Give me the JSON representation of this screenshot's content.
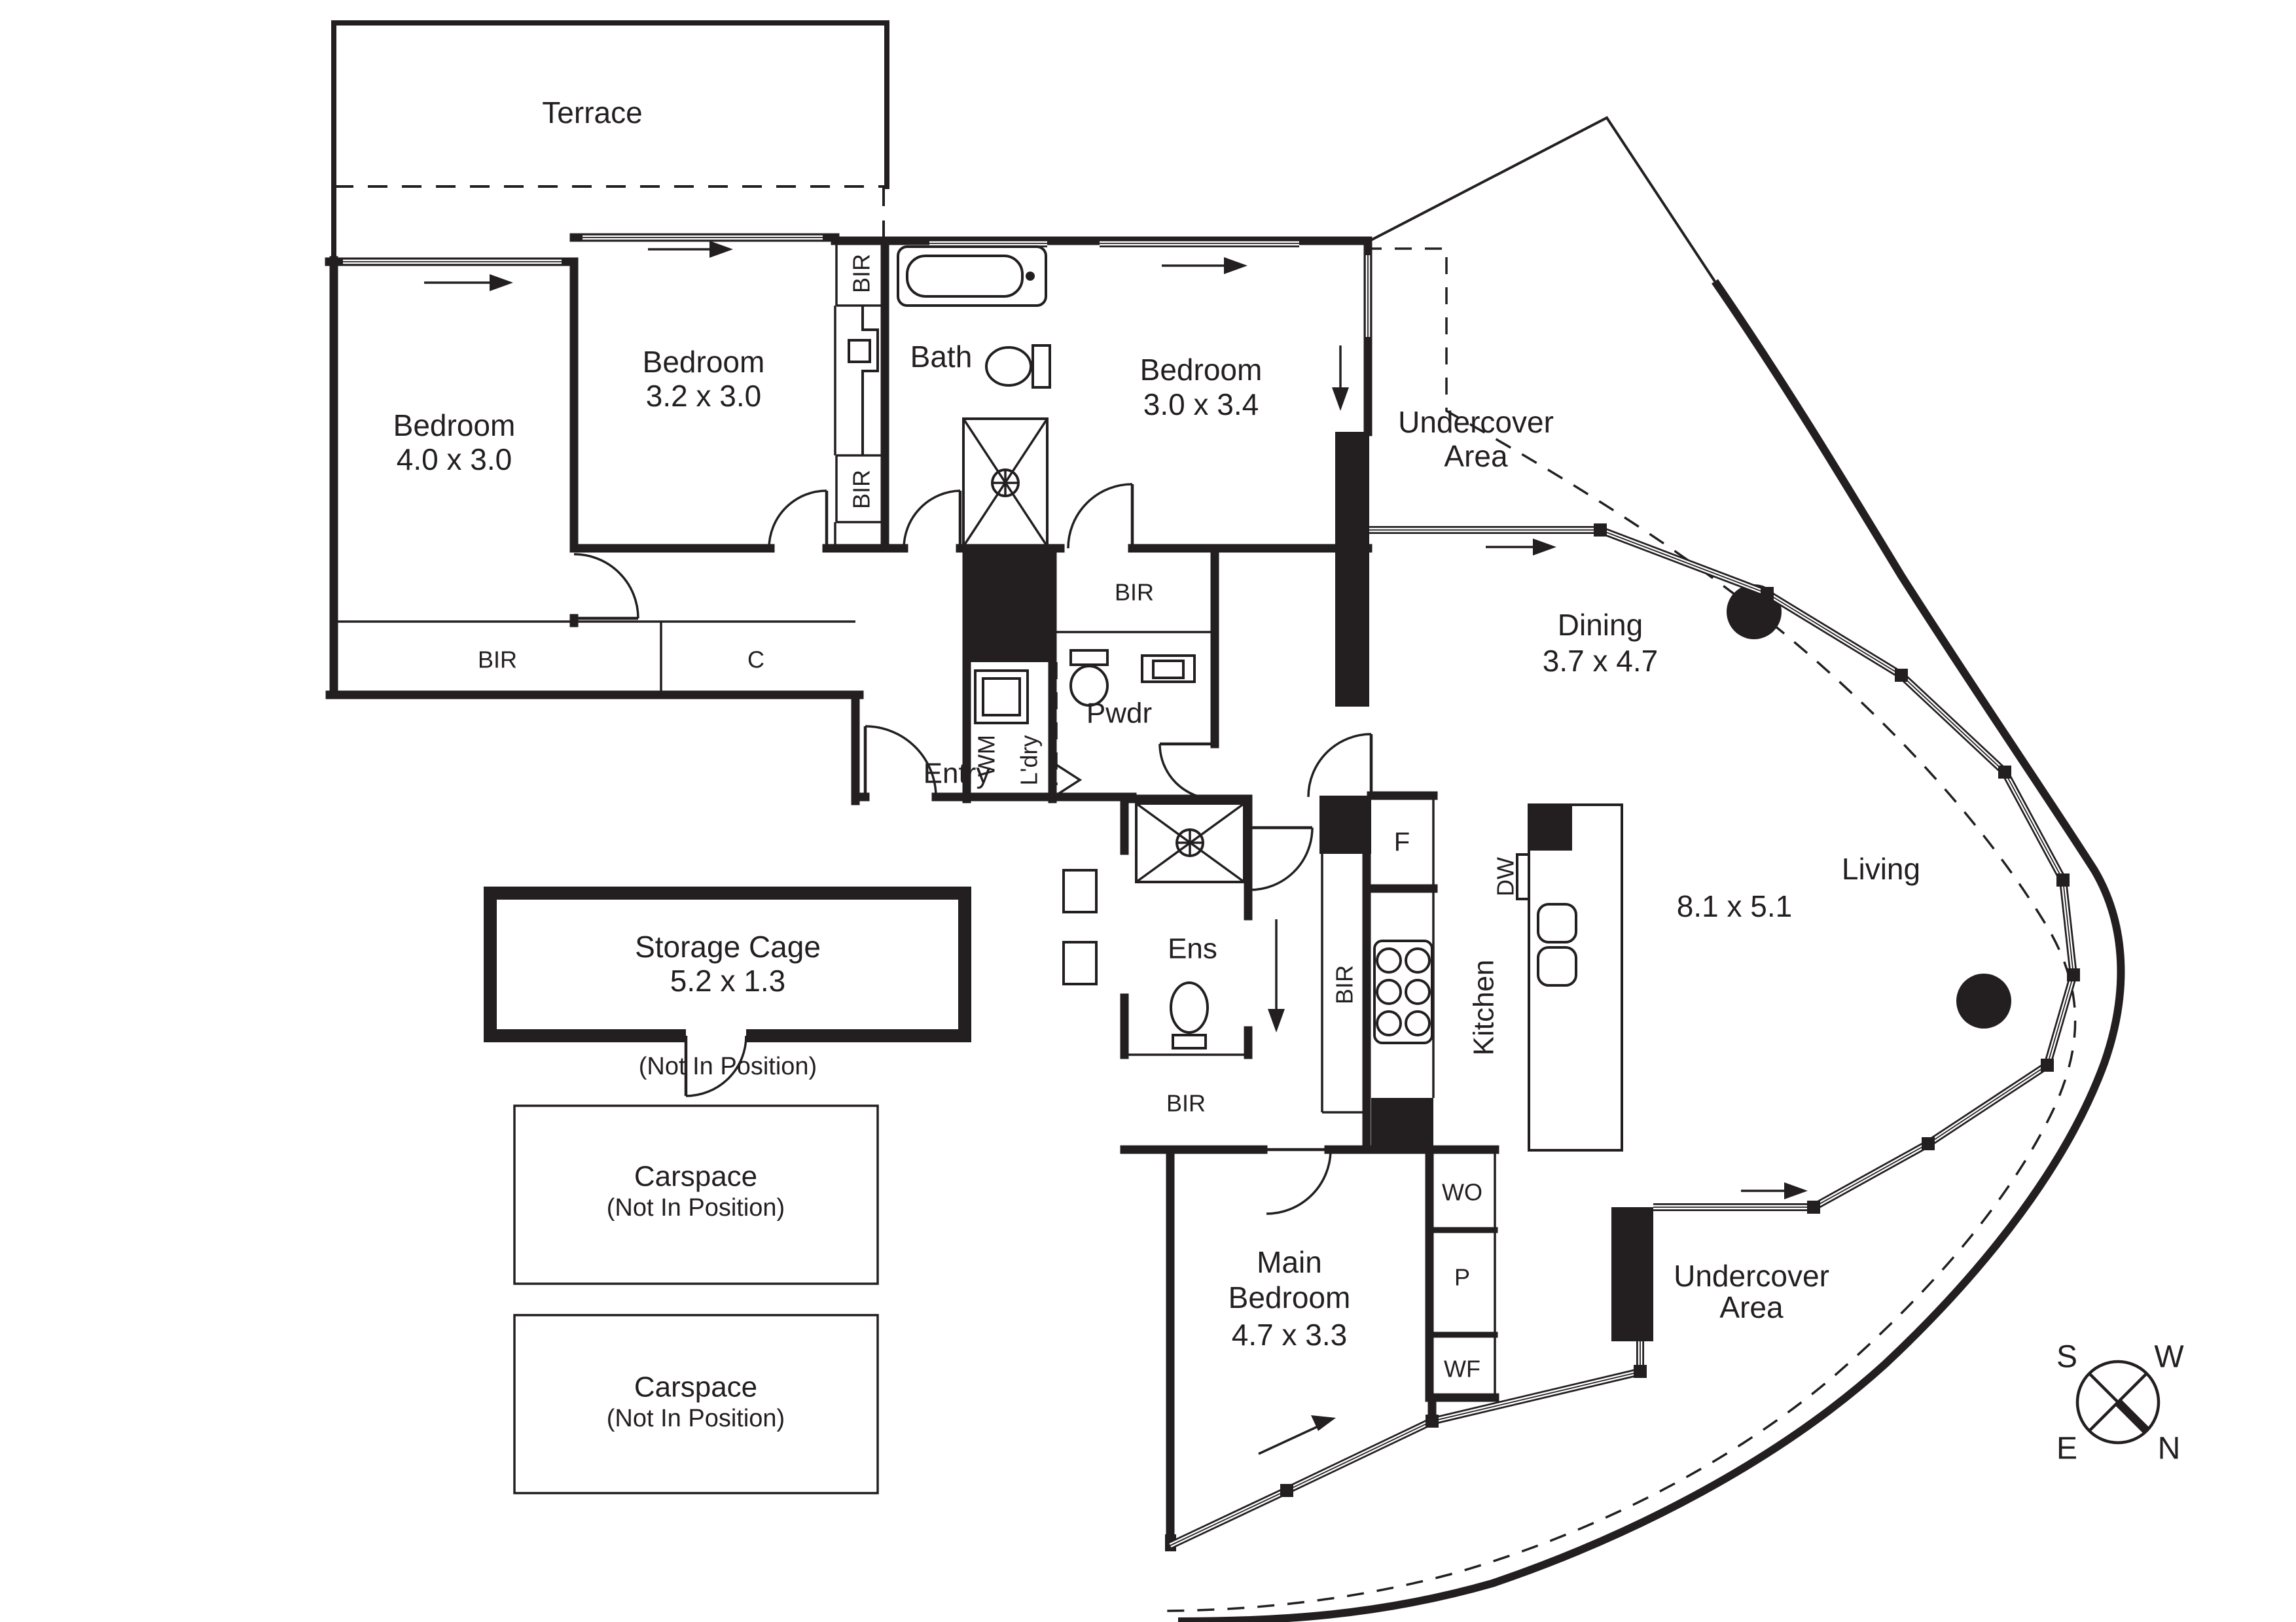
{
  "plan": {
    "terrace": {
      "name": "Terrace"
    },
    "bedroom1": {
      "name": "Bedroom",
      "dims": "4.0 x 3.0"
    },
    "bedroom2": {
      "name": "Bedroom",
      "dims": "3.2 x 3.0"
    },
    "bedroom3": {
      "name": "Bedroom",
      "dims": "3.0 x 3.4"
    },
    "main_bedroom": {
      "line1": "Main",
      "line2": "Bedroom",
      "dims": "4.7 x 3.3"
    },
    "bath": {
      "name": "Bath"
    },
    "ensuite": {
      "name": "Ens"
    },
    "powder": {
      "name": "Pwdr"
    },
    "laundry": {
      "washer": "WM",
      "name": "L'dry"
    },
    "kitchen": {
      "name": "Kitchen",
      "fridge": "F",
      "dishwasher": "DW"
    },
    "dining": {
      "name": "Dining",
      "dims": "3.7 x 4.7"
    },
    "living": {
      "name": "Living",
      "dims": "8.1 x 5.1"
    },
    "entry": {
      "name": "Entry"
    },
    "storage_cage": {
      "name": "Storage Cage",
      "dims": "5.2 x 1.3",
      "note": "(Not In Position)"
    },
    "carspace1": {
      "name": "Carspace",
      "note": "(Not In Position)"
    },
    "carspace2": {
      "name": "Carspace",
      "note": "(Not In Position)"
    },
    "undercover_top": {
      "line1": "Undercover",
      "line2": "Area"
    },
    "undercover_bottom": {
      "line1": "Undercover",
      "line2": "Area"
    },
    "wardrobes": {
      "bir": "BIR",
      "cupboard": "C",
      "wall_oven": "WO",
      "pantry": "P",
      "wf": "WF"
    },
    "compass": {
      "s": "S",
      "w": "W",
      "e": "E",
      "n": "N"
    }
  }
}
